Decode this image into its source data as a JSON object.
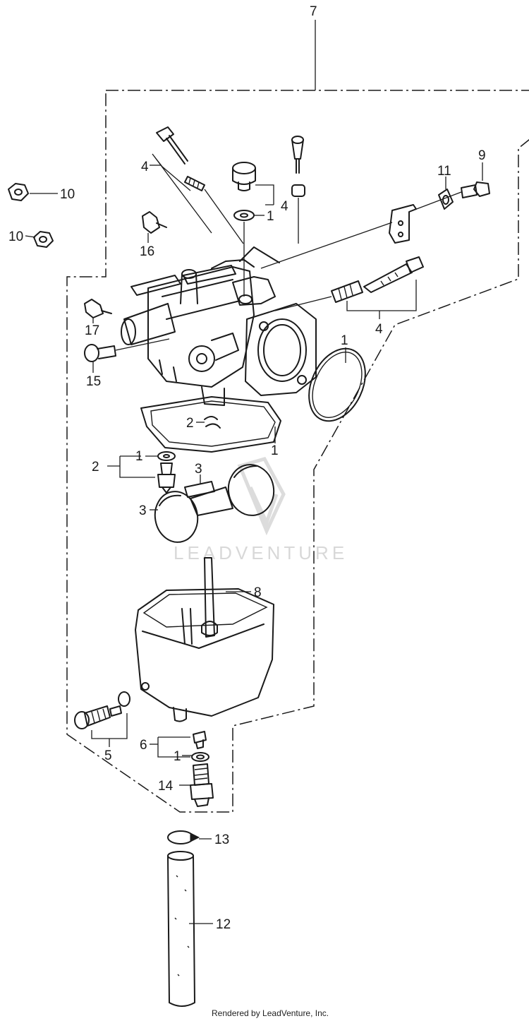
{
  "watermark": {
    "brand_text": "LEADVENTURE"
  },
  "footer": {
    "credit": "Rendered by LeadVenture, Inc."
  },
  "callouts": {
    "c7": "7",
    "c4_jet": "4",
    "c4_cap": "4",
    "c1_cap": "1",
    "c11": "11",
    "c9": "9",
    "c10_top": "10",
    "c10_left": "10",
    "c16": "16",
    "c17": "17",
    "c15": "15",
    "c4_spring": "4",
    "c1_oring": "1",
    "c2_clip": "2",
    "c1_gasket": "1",
    "c1_washer": "1",
    "c2_valve": "2",
    "c3_pin": "3",
    "c3_float": "3",
    "c8": "8",
    "c5": "5",
    "c6": "6",
    "c1_lower": "1",
    "c14": "14",
    "c13": "13",
    "c12": "12"
  },
  "colors": {
    "ink": "#1a1a1a",
    "watermark": "#d8d8d8",
    "background": "#ffffff"
  }
}
